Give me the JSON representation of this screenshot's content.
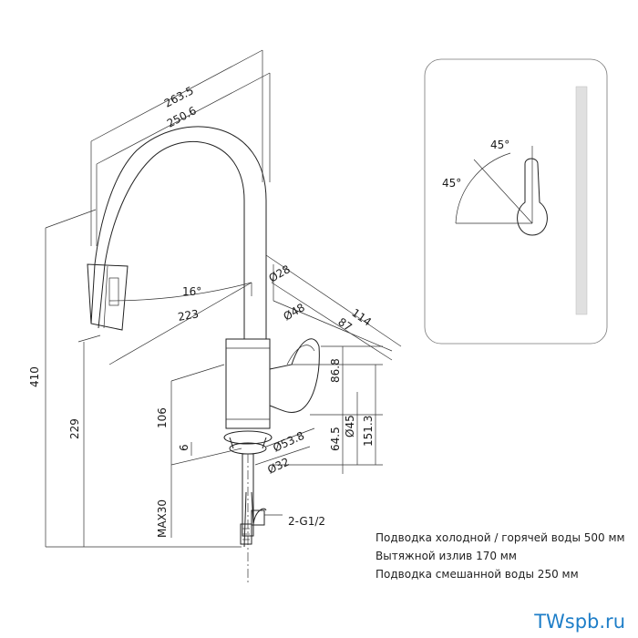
{
  "dimensions": {
    "d263_5": "263.5",
    "d250_6": "250.6",
    "d410": "410",
    "d229": "229",
    "d106": "106",
    "d6": "6",
    "max30": "MAX30",
    "d16deg": "16°",
    "d223": "223",
    "dia28": "Ø28",
    "dia48": "Ø48",
    "d114": "114",
    "d87": "87",
    "d86_8": "86.8",
    "dia45": "Ø45",
    "d64_5": "64.5",
    "d151_3": "151.3",
    "dia53_8": "Ø53.8",
    "dia32": "Ø32",
    "thread": "2-G1/2"
  },
  "handle_view": {
    "angle_top": "45°",
    "angle_left": "45°"
  },
  "notes": [
    "Подводка холодной / горячей воды 500 мм",
    "Вытяжной излив 170 мм",
    "Подводка смешанной воды 250 мм"
  ],
  "brand": "TWspb.ru"
}
